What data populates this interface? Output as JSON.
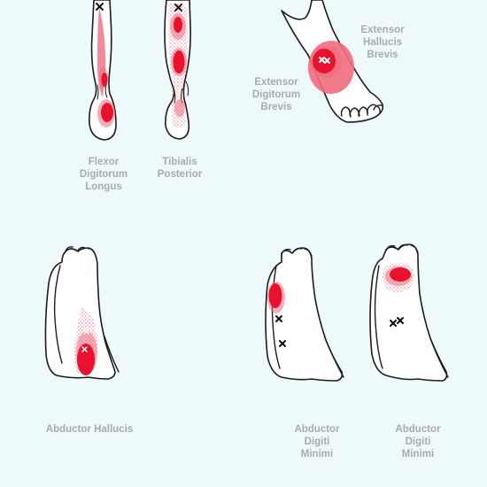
{
  "labels": {
    "flexor_digitorum_longus": [
      "Flexor",
      "Digitorum",
      "Longus"
    ],
    "tibialis_posterior": [
      "Tibialis",
      "Posterior"
    ],
    "extensor_hallucis_brevis": [
      "Extensor",
      "Hallucis",
      "Brevis"
    ],
    "extensor_digitorum_brevis": [
      "Extensor",
      "Digitorum",
      "Brevis"
    ],
    "abductor_hallucis": [
      "Abductor Hallucis"
    ],
    "abductor_digiti_minimi_a": [
      "Abductor",
      "Digiti",
      "Minimi"
    ],
    "abductor_digiti_minimi_b": [
      "Abductor",
      "Digiti",
      "Minimi"
    ]
  },
  "colors": {
    "background": "#eef9fb",
    "label": "#a7acaf",
    "pain_core": "#e8122e",
    "pain_spill": "#ef6c7e",
    "outline": "#1c1c1c"
  },
  "icons": {
    "trigger_point": "x-mark"
  }
}
